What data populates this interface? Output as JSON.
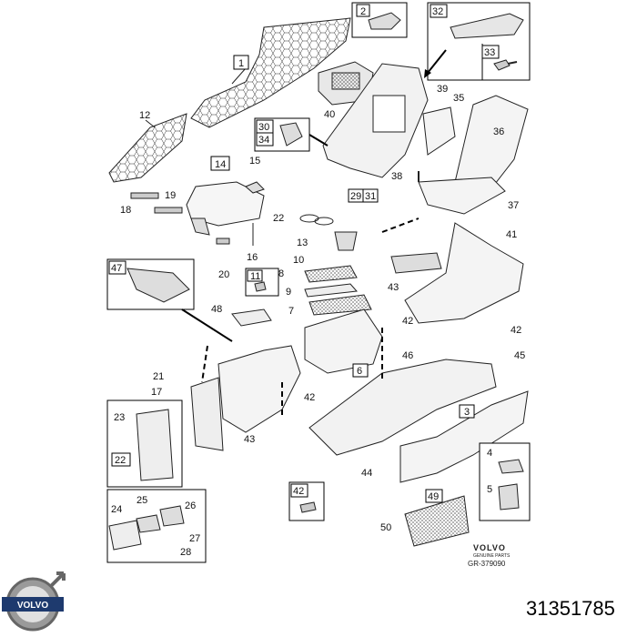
{
  "part_number": "31351785",
  "drawing_ref": "GR-379090",
  "brand_text": "VOLVO",
  "brand_subtext": "GENUINE PARTS",
  "logo_text": "VOLVO",
  "labels": {
    "l1": "1",
    "l2": "2",
    "l3": "3",
    "l4": "4",
    "l5": "5",
    "l6": "6",
    "l7": "7",
    "l8": "8",
    "l9": "9",
    "l10": "10",
    "l11": "11",
    "l12": "12",
    "l13": "13",
    "l14": "14",
    "l15": "15",
    "l16": "16",
    "l17": "17",
    "l18": "18",
    "l19": "19",
    "l20": "20",
    "l21": "21",
    "l22": "22",
    "l23": "23",
    "l22b": "22",
    "l24": "24",
    "l25": "25",
    "l26": "26",
    "l27": "27",
    "l28": "28",
    "l29": "29",
    "l30": "30",
    "l31": "31",
    "l32": "32",
    "l33": "33",
    "l34": "34",
    "l35": "35",
    "l36": "36",
    "l37": "37",
    "l38": "38",
    "l39": "39",
    "l40": "40",
    "l41": "41",
    "l42a": "42",
    "l42b": "42",
    "l42c": "42",
    "l42d": "42",
    "l43a": "43",
    "l43b": "43",
    "l44": "44",
    "l45": "45",
    "l46": "46",
    "l47": "47",
    "l48": "48",
    "l49": "49",
    "l50": "50"
  }
}
